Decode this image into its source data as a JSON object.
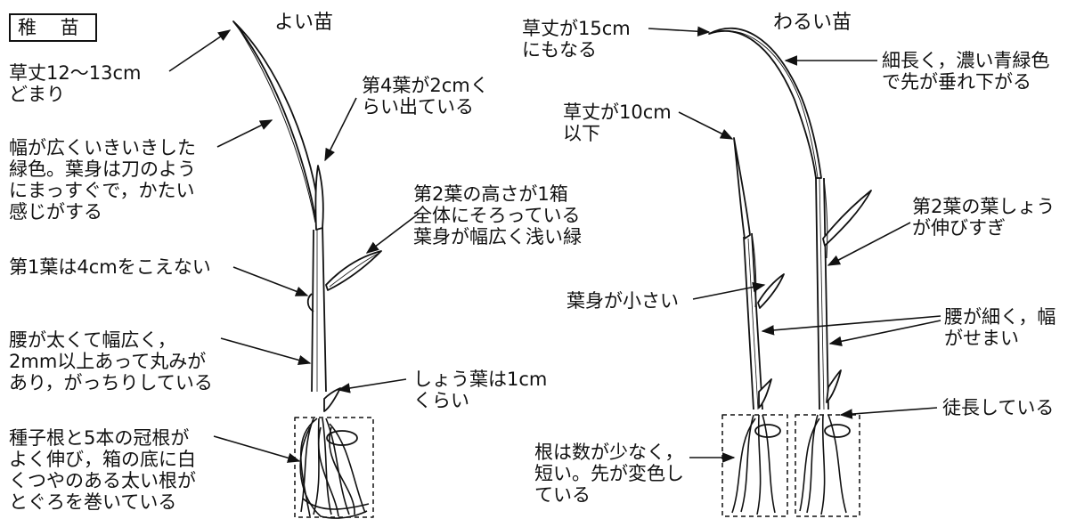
{
  "header": {
    "boxed_title": "稚 苗",
    "good_title": "よい苗",
    "bad_title": "わるい苗"
  },
  "good_labels": {
    "height": "草丈12〜13cm\nどまり",
    "leaf4": "第4葉が2cmく\nらい出ている",
    "leaf_color": "幅が広くいきいきした\n緑色。葉身は刀のよう\nにまっすぐで，かたい\n感じがする",
    "leaf2": "第2葉の高さが1箱\n全体にそろっている\n葉身が幅広く浅い緑",
    "leaf1": "第1葉は4cmをこえない",
    "waist": "腰が太くて幅広く，\n2mm以上あって丸みが\nあり，がっちりしている",
    "sheath": "しょう葉は1cm\nくらい",
    "roots": "種子根と5本の冠根が\nよく伸び，箱の底に白\nくつやのある太い根が\nとぐろを巻いている"
  },
  "bad_labels": {
    "height15": "草丈が15cm\nにもなる",
    "thin": "細長く，濃い青緑色\nで先が垂れ下がる",
    "height10": "草丈が10cm\n以下",
    "sheath2": "第2葉の葉しょう\nが伸びすぎ",
    "small_blade": "葉身が小さい",
    "narrow_waist": "腰が細く，幅\nがせまい",
    "roots_few": "根は数が少なく，\n短い。先が変色し\nている",
    "leggy": "徒長している"
  }
}
